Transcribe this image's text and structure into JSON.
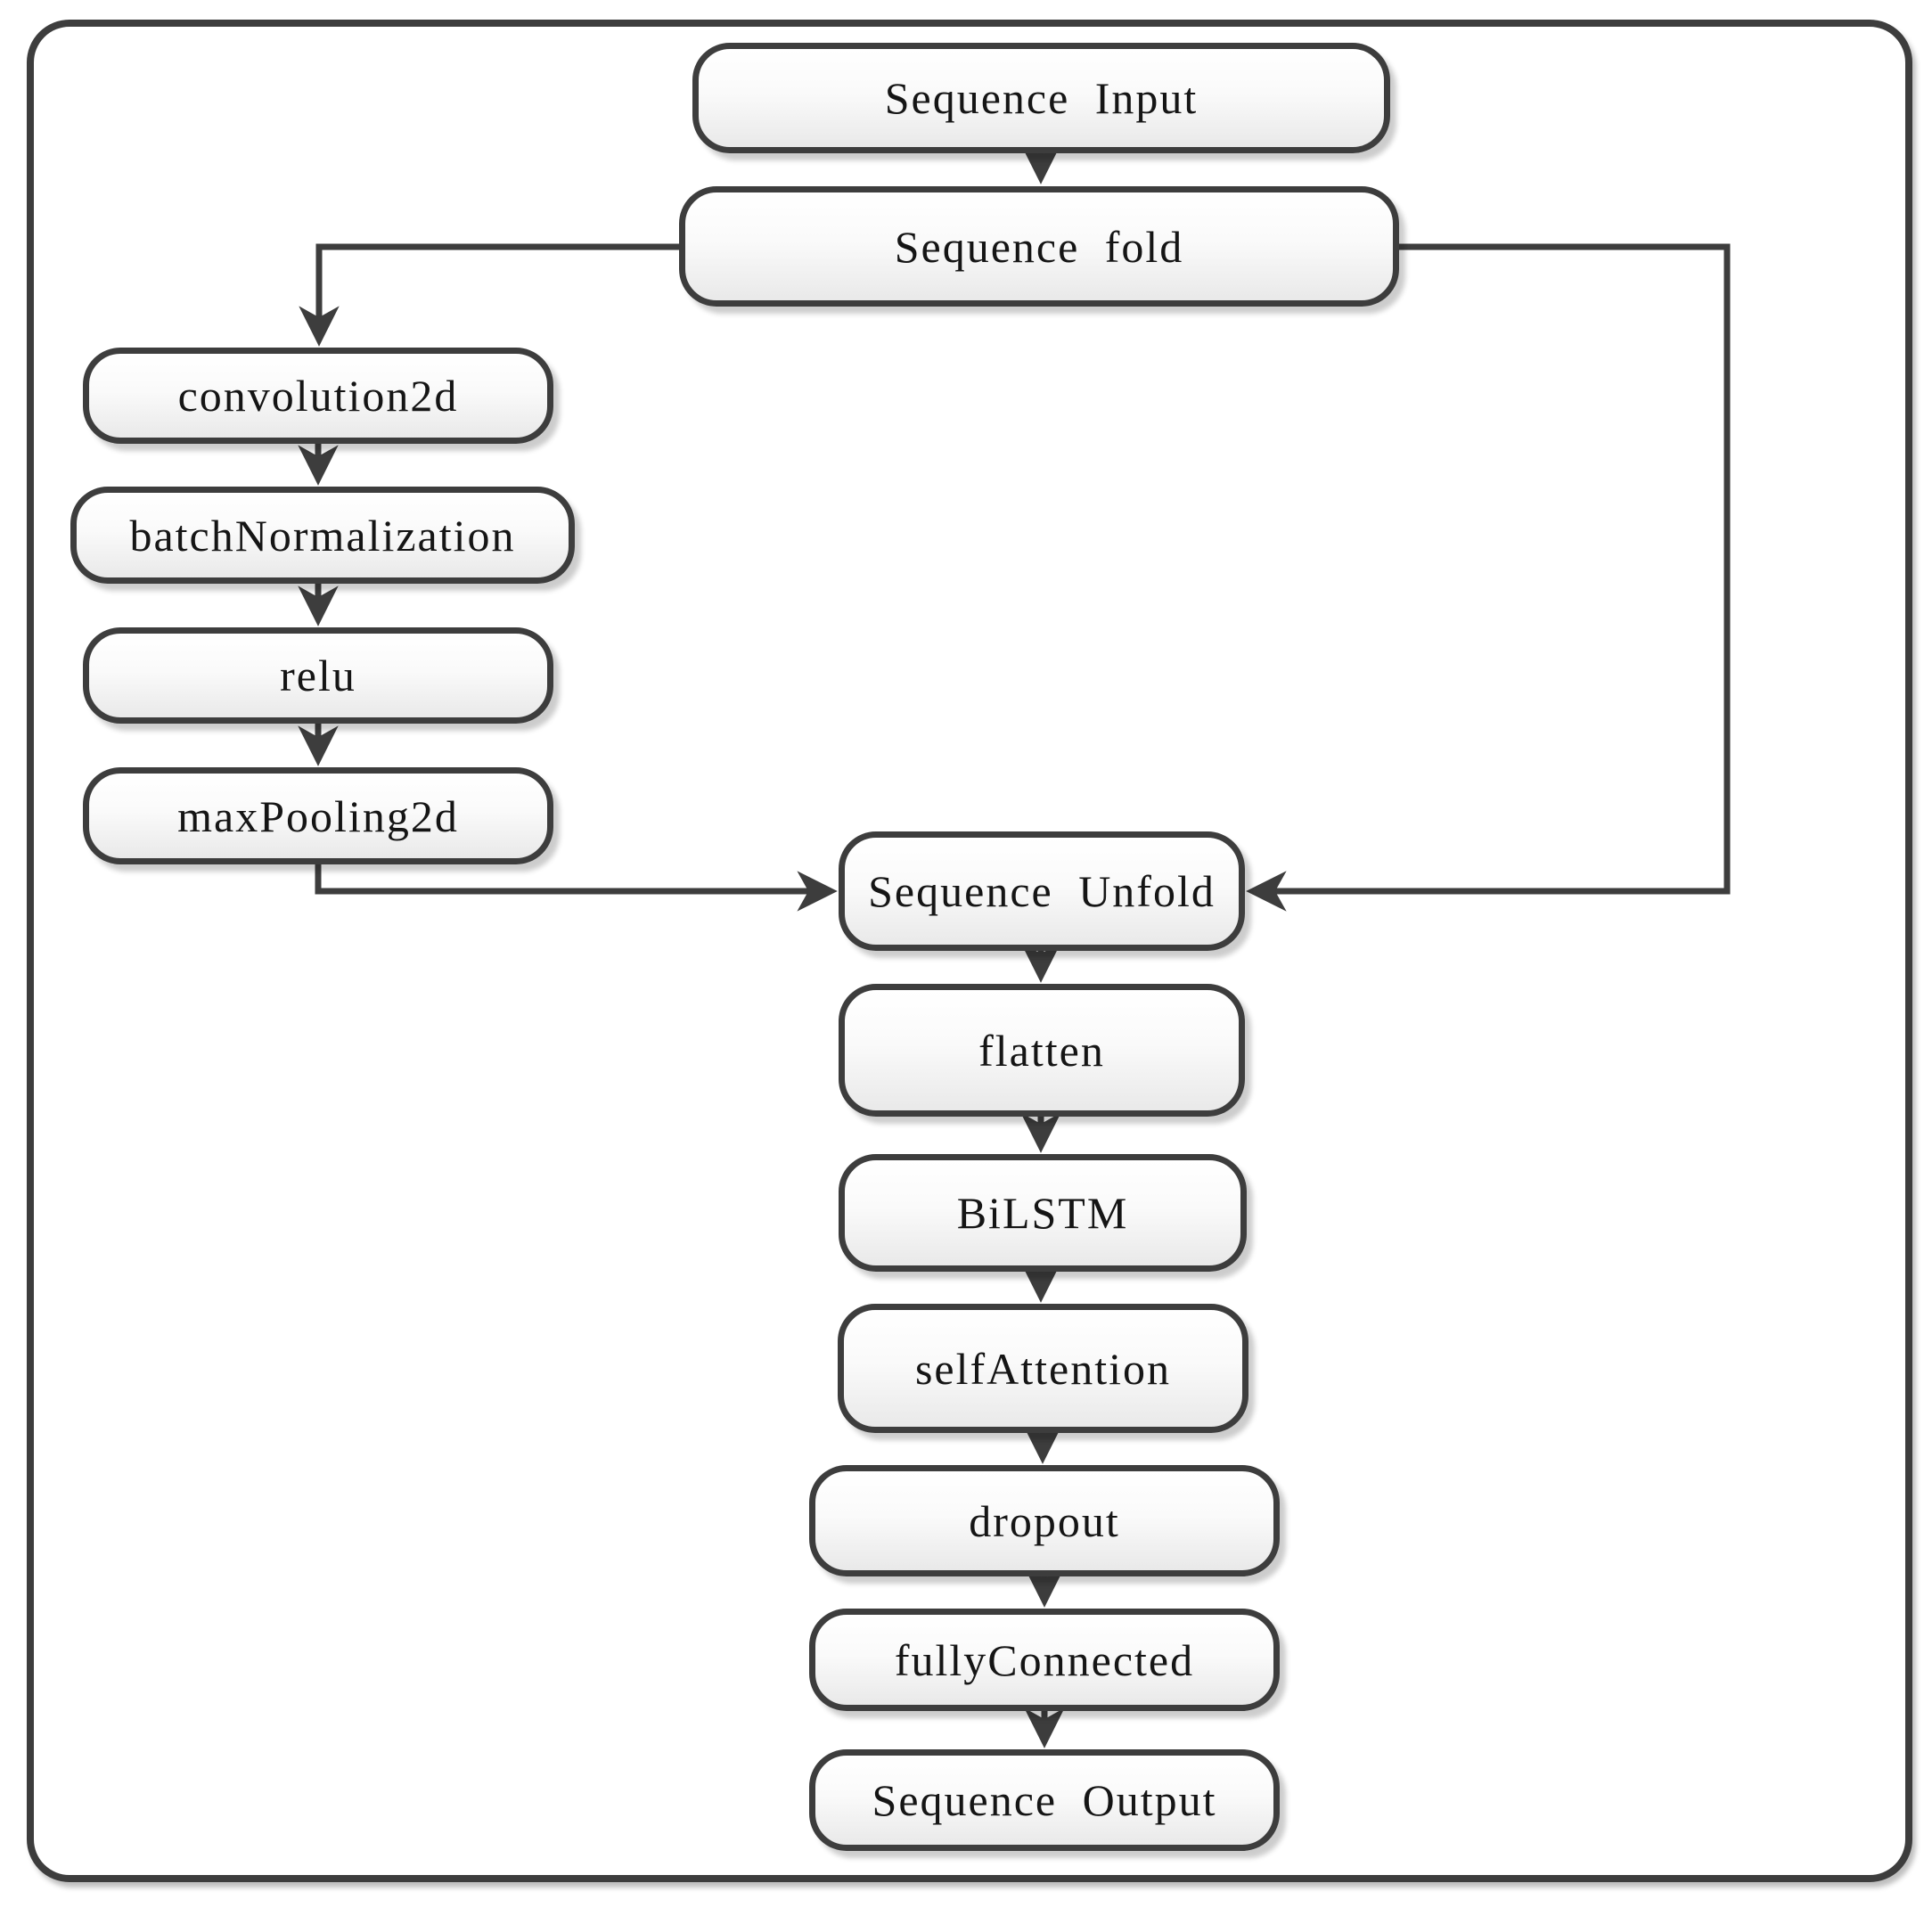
{
  "diagram": {
    "colors": {
      "line": "#3d3d3d",
      "box_border": "#3d3d3d",
      "box_fill_top": "#ffffff",
      "box_fill_bottom": "#e9e9e9",
      "text": "#151515",
      "background": "#ffffff"
    },
    "nodes": {
      "sequence_input": {
        "label": "Sequence Input"
      },
      "sequence_fold": {
        "label": "Sequence fold"
      },
      "convolution2d": {
        "label": "convolution2d"
      },
      "batch_normalization": {
        "label": "batchNormalization"
      },
      "relu": {
        "label": "relu"
      },
      "max_pooling2d": {
        "label": "maxPooling2d"
      },
      "sequence_unfold": {
        "label": "Sequence Unfold"
      },
      "flatten": {
        "label": "flatten"
      },
      "bilstm": {
        "label": "BiLSTM"
      },
      "self_attention": {
        "label": "selfAttention"
      },
      "dropout": {
        "label": "dropout"
      },
      "fully_connected": {
        "label": "fullyConnected"
      },
      "sequence_output": {
        "label": "Sequence Output"
      }
    },
    "edges": [
      {
        "from": "Sequence Input",
        "to": "Sequence fold"
      },
      {
        "from": "Sequence fold",
        "to": "convolution2d"
      },
      {
        "from": "convolution2d",
        "to": "batchNormalization"
      },
      {
        "from": "batchNormalization",
        "to": "relu"
      },
      {
        "from": "relu",
        "to": "maxPooling2d"
      },
      {
        "from": "maxPooling2d",
        "to": "Sequence Unfold"
      },
      {
        "from": "Sequence fold",
        "to": "Sequence Unfold"
      },
      {
        "from": "Sequence Unfold",
        "to": "flatten"
      },
      {
        "from": "flatten",
        "to": "BiLSTM"
      },
      {
        "from": "BiLSTM",
        "to": "selfAttention"
      },
      {
        "from": "selfAttention",
        "to": "dropout"
      },
      {
        "from": "dropout",
        "to": "fullyConnected"
      },
      {
        "from": "fullyConnected",
        "to": "Sequence Output"
      }
    ]
  }
}
